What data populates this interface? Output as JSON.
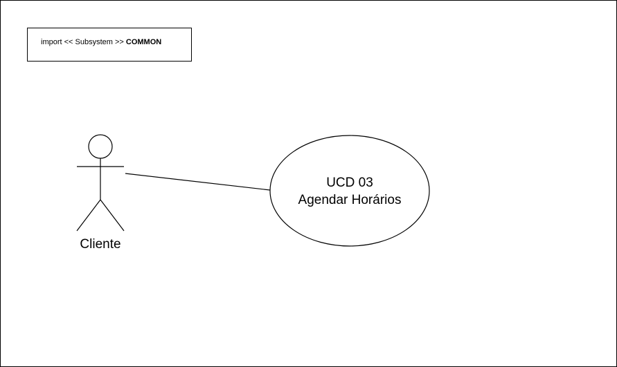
{
  "note": {
    "prefix": "import << Subsystem >> ",
    "emphasis": "COMMON"
  },
  "actor": {
    "name": "Cliente"
  },
  "use_case": {
    "id": "UCD 03",
    "name": "Agendar Horários"
  },
  "colors": {
    "stroke": "#000000",
    "background": "#ffffff"
  }
}
